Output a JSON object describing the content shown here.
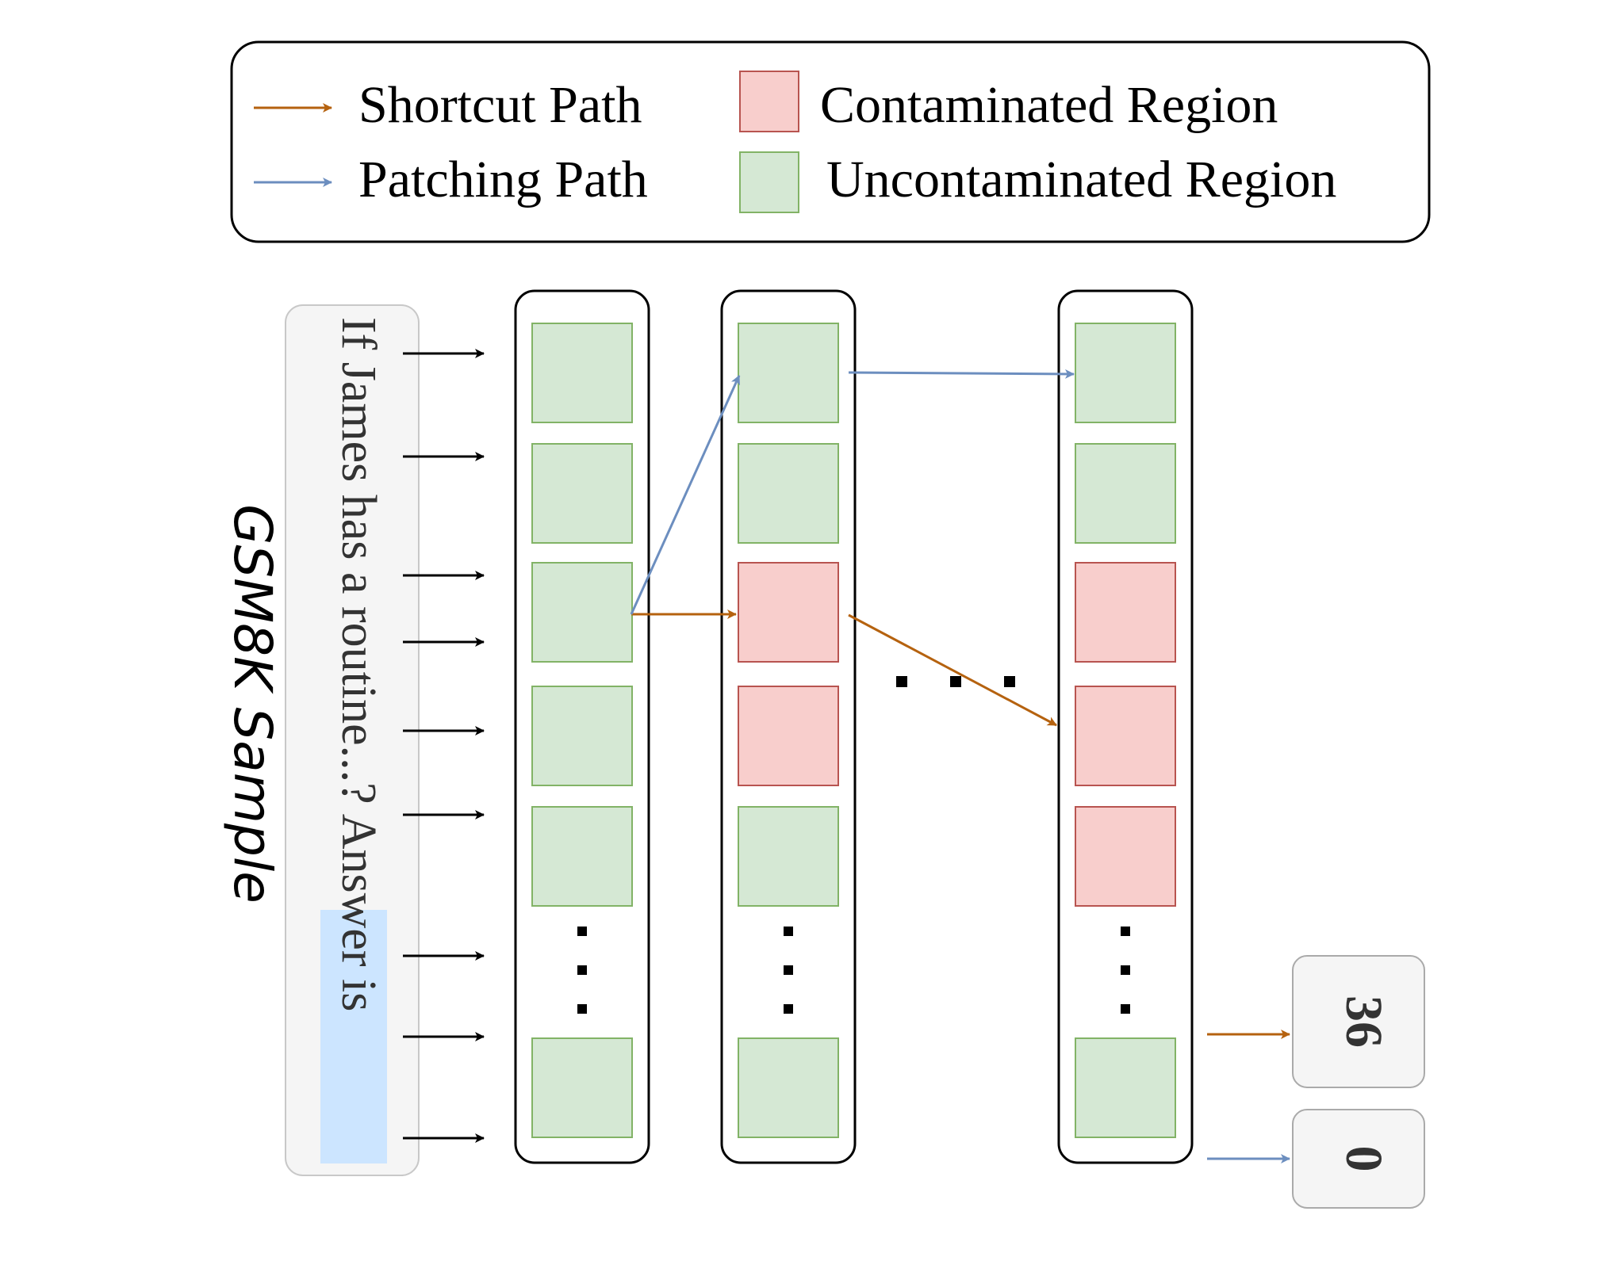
{
  "legend": {
    "shortcut_label": "Shortcut Path",
    "patching_label": "Patching Path",
    "contaminated_label": "Contaminated Region",
    "uncontaminated_label": "Uncontaminated Region"
  },
  "sample": {
    "side_label": "GSM8K Sample",
    "prompt_text": "If James has a routine...?",
    "answer_text": "Answer is"
  },
  "outputs": {
    "shortcut_value": "36",
    "patching_value": "0"
  },
  "layers": [
    {
      "cells": [
        "clean",
        "clean",
        "clean",
        "clean",
        "clean",
        "clean"
      ]
    },
    {
      "cells": [
        "clean",
        "clean",
        "contaminated",
        "contaminated",
        "clean",
        "clean"
      ]
    },
    {
      "cells": [
        "clean",
        "clean",
        "contaminated",
        "contaminated",
        "contaminated",
        "clean"
      ]
    }
  ],
  "colors": {
    "shortcut": "#b5620f",
    "patching": "#6c8ebf",
    "clean_fill": "#d5e8d4",
    "clean_stroke": "#82b366",
    "contaminated_fill": "#f8cecc",
    "contaminated_stroke": "#b85450",
    "answer_highlight": "#cce5ff",
    "panel_fill": "#f5f5f5"
  }
}
